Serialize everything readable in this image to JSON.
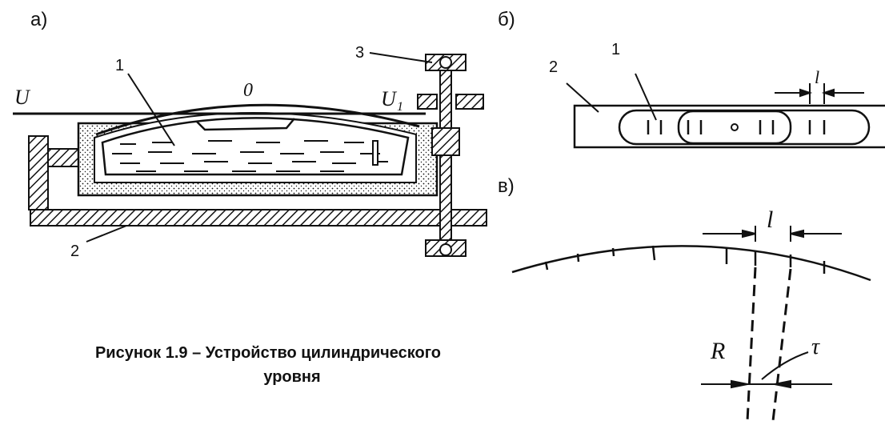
{
  "panels": {
    "a": {
      "label": "а)",
      "marks": [
        "1",
        "2",
        "3"
      ],
      "zero_label": "0",
      "u_label": "U",
      "u1_label": "U",
      "u1_sub": "1"
    },
    "b": {
      "label": "б)",
      "marks": [
        "1",
        "2"
      ],
      "l_label": "l"
    },
    "v": {
      "label": "в)",
      "l_label": "l",
      "r_label": "R",
      "tau_label": "τ"
    }
  },
  "caption": {
    "line1": "Рисунок 1.9 – Устройство цилиндрического",
    "line2": "уровня"
  }
}
